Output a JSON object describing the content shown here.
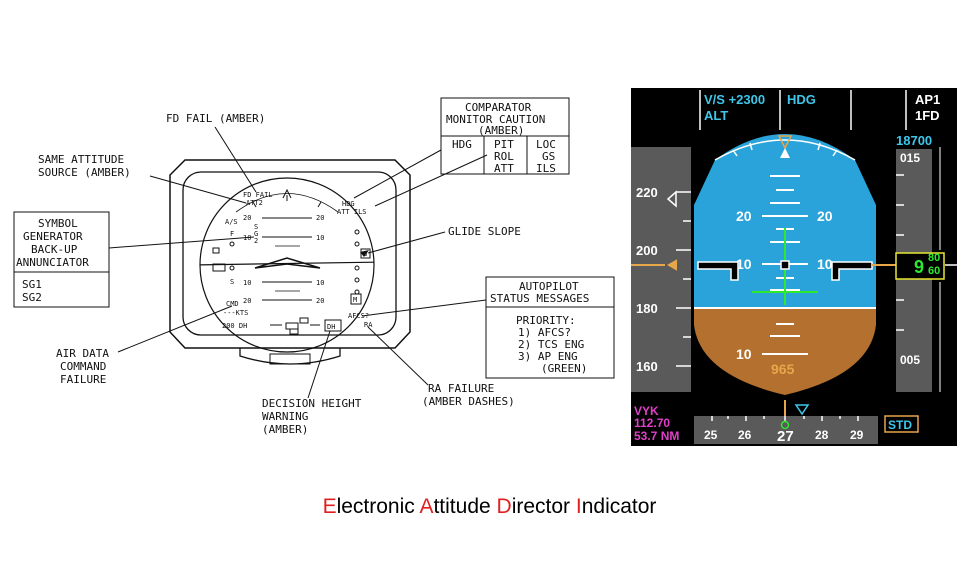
{
  "title": {
    "words": [
      {
        "initial": "E",
        "rest": "lectronic "
      },
      {
        "initial": "A",
        "rest": "ttitude "
      },
      {
        "initial": "D",
        "rest": "irector "
      },
      {
        "initial": "I",
        "rest": "ndicator"
      }
    ]
  },
  "colors": {
    "initial_red": "#e02020",
    "pfd_bg": "#000000",
    "sky": "#29a3d9",
    "ground": "#b3702e",
    "cyan": "#3fc6ea",
    "magenta": "#e040c8",
    "green": "#2ee82e",
    "amber": "#e8a64a",
    "white": "#ffffff",
    "yellow": "#e8e832"
  },
  "diagram": {
    "callouts": {
      "fd_fail": [
        "FD FAIL (AMBER)"
      ],
      "same_attitude": [
        "SAME ATTITUDE",
        "SOURCE (AMBER)"
      ],
      "symbol_generator": [
        "SYMBOL",
        "GENERATOR",
        "BACK-UP",
        "ANNUNCIATOR"
      ],
      "sg_values": [
        "SG1",
        "SG2"
      ],
      "air_data": [
        "AIR DATA",
        "COMMAND",
        "FAILURE"
      ],
      "decision_height": [
        "DECISION HEIGHT",
        "WARNING",
        "(AMBER)"
      ],
      "ra_failure": [
        "RA FAILURE",
        "(AMBER DASHES)"
      ],
      "glide_slope": [
        "GLIDE SLOPE"
      ],
      "comparator_title": [
        "COMPARATOR",
        "MONITOR CAUTION",
        "(AMBER)"
      ],
      "comparator_cols": [
        [
          "HDG"
        ],
        [
          "PIT",
          "ROL",
          "ATT"
        ],
        [
          "LOC",
          "GS",
          "ILS"
        ]
      ],
      "autopilot_title": [
        "AUTOPILOT",
        "STATUS MESSAGES"
      ],
      "autopilot_priority": [
        "PRIORITY:",
        "1) AFCS?",
        "2) TCS ENG",
        "3) AP ENG",
        "(GREEN)"
      ]
    },
    "instrument": {
      "fd_fail": "FD FAIL",
      "att2": "ATT2",
      "hdg": "HDG",
      "att_ils": "ATT ILS",
      "as": "A/S",
      "f": "F",
      "s": "S",
      "sg2": [
        "S",
        "G",
        "2"
      ],
      "cmd": "CMD",
      "kts": "---KTS",
      "dh200": "200 DH",
      "dh": "DH",
      "afcs": "AFCS?",
      "ra": "RA",
      "g": "G",
      "m": "M",
      "pitch": [
        "20",
        "10",
        "10",
        "20"
      ]
    }
  },
  "pfd": {
    "vs": "V/S +2300",
    "hdg_mode": "HDG",
    "alt_mode": "ALT",
    "ap": "AP1",
    "fd": "1FD",
    "selected_alt": "18700",
    "speed_ticks": [
      "220",
      "200",
      "180",
      "160"
    ],
    "alt_ticks": [
      "015",
      "005"
    ],
    "alt_readout": [
      "9",
      "60",
      "80"
    ],
    "pitch": [
      "20",
      "20",
      "10",
      "10",
      "10"
    ],
    "radio_alt": "965",
    "nav": [
      "VYK",
      "112.70",
      "53.7 NM"
    ],
    "heading_ticks": [
      "25",
      "26",
      "27",
      "28",
      "29"
    ],
    "baro": "STD"
  }
}
